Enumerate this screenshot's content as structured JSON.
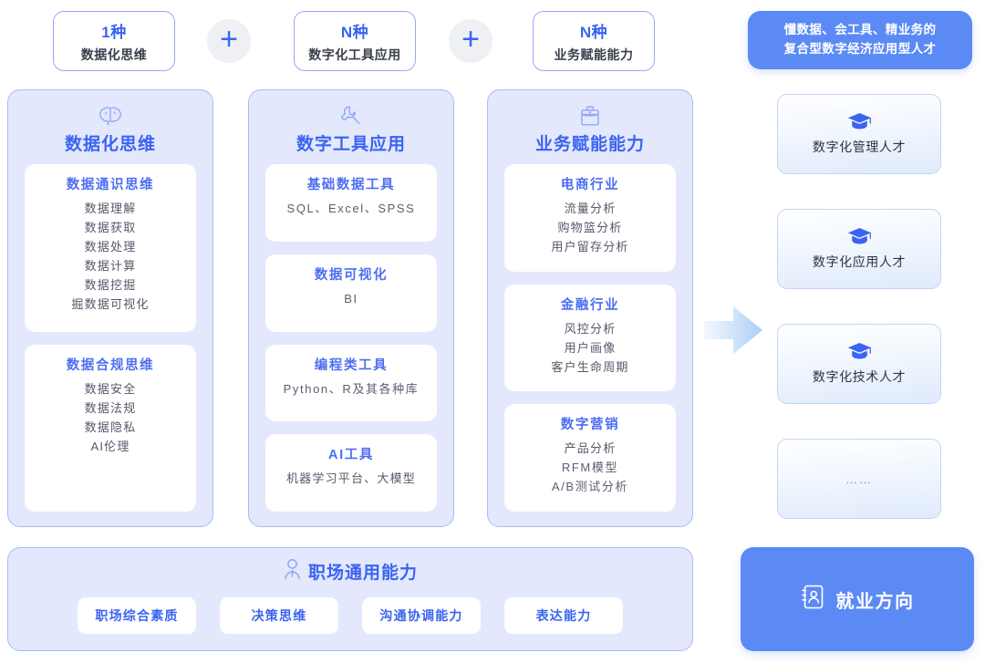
{
  "top_row": {
    "pills": [
      {
        "count": "1种",
        "label": "数据化思维"
      },
      {
        "count": "N种",
        "label": "数字化工具应用"
      },
      {
        "count": "N种",
        "label": "业务赋能能力"
      }
    ],
    "plus_symbol": "+",
    "target": {
      "line1": "懂数据、会工具、精业务的",
      "line2": "复合型数字经济应用型人才"
    }
  },
  "columns": [
    {
      "icon": "brain-icon",
      "title": "数据化思维",
      "cards": [
        {
          "title": "数据通识思维",
          "lines": [
            "数据理解",
            "数据获取",
            "数据处理",
            "数据计算",
            "数据挖掘",
            "掘数据可视化"
          ]
        },
        {
          "title": "数据合规思维",
          "lines": [
            "数据安全",
            "数据法规",
            "数据隐私",
            "AI伦理"
          ]
        }
      ]
    },
    {
      "icon": "wrench-icon",
      "title": "数字工具应用",
      "cards": [
        {
          "title": "基础数据工具",
          "lines": [
            "SQL、Excel、SPSS"
          ],
          "latin": true
        },
        {
          "title": "数据可视化",
          "lines": [
            "BI"
          ],
          "latin": true
        },
        {
          "title": "编程类工具",
          "lines": [
            "Python、R及其各种库"
          ],
          "latin": true
        },
        {
          "title": "AI工具",
          "lines": [
            "机器学习平台、大模型"
          ]
        }
      ]
    },
    {
      "icon": "briefcase-icon",
      "title": "业务赋能能力",
      "cards": [
        {
          "title": "电商行业",
          "lines": [
            "流量分析",
            "购物篮分析",
            "用户留存分析"
          ]
        },
        {
          "title": "金融行业",
          "lines": [
            "风控分析",
            "用户画像",
            "客户生命周期"
          ]
        },
        {
          "title": "数字营销",
          "lines": [
            "产品分析",
            "RFM模型",
            "A/B测试分析"
          ]
        }
      ]
    }
  ],
  "talents": [
    {
      "icon": "graduation-cap-icon",
      "label": "数字化管理人才"
    },
    {
      "icon": "graduation-cap-icon",
      "label": "数字化应用人才"
    },
    {
      "icon": "graduation-cap-icon",
      "label": "数字化技术人才"
    },
    {
      "icon": "",
      "label": "……"
    }
  ],
  "bottom": {
    "icon": "person-icon",
    "title": "职场通用能力",
    "chips": [
      "职场综合素质",
      "决策思维",
      "沟通协调能力",
      "表达能力"
    ]
  },
  "employment": {
    "icon": "id-card-icon",
    "label": "就业方向"
  },
  "colors": {
    "accent_blue": "#3b64f0",
    "card_title_blue": "#4e6ef2",
    "panel_bg": "#e3e8fd",
    "panel_border": "#a9bcf8",
    "solid_blue": "#5b8af5",
    "text_dark": "#3a3f4d",
    "text_body": "#55596a"
  }
}
